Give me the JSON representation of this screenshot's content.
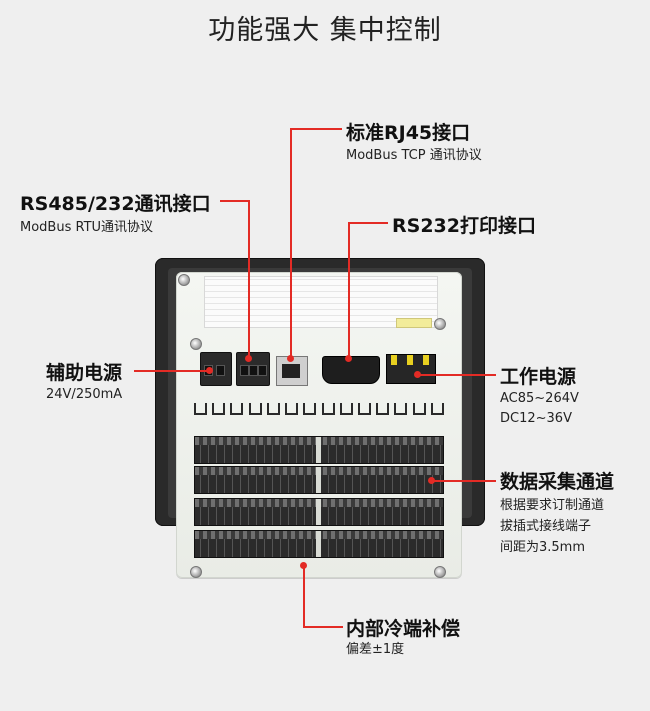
{
  "title": "功能强大 集中控制",
  "callouts": {
    "rj45": {
      "title": "标准RJ45接口",
      "sub": "ModBus TCP 通讯协议"
    },
    "rs485": {
      "title": "RS485/232通讯接口",
      "sub": "ModBus RTU通讯协议"
    },
    "rs232": {
      "title": "RS232打印接口"
    },
    "aux_power": {
      "title": "辅助电源",
      "sub": "24V/250mA"
    },
    "work_power": {
      "title": "工作电源",
      "sub1": "AC85~264V",
      "sub2": "DC12~36V"
    },
    "data_channel": {
      "title": "数据采集通道",
      "sub1": "根据要求订制通道",
      "sub2": "拔插式接线端子",
      "sub3": "间距为3.5mm"
    },
    "cold_junction": {
      "title": "内部冷端补偿",
      "sub": "偏差±1度"
    }
  },
  "colors": {
    "accent": "#e32b25",
    "background": "#efefef"
  }
}
